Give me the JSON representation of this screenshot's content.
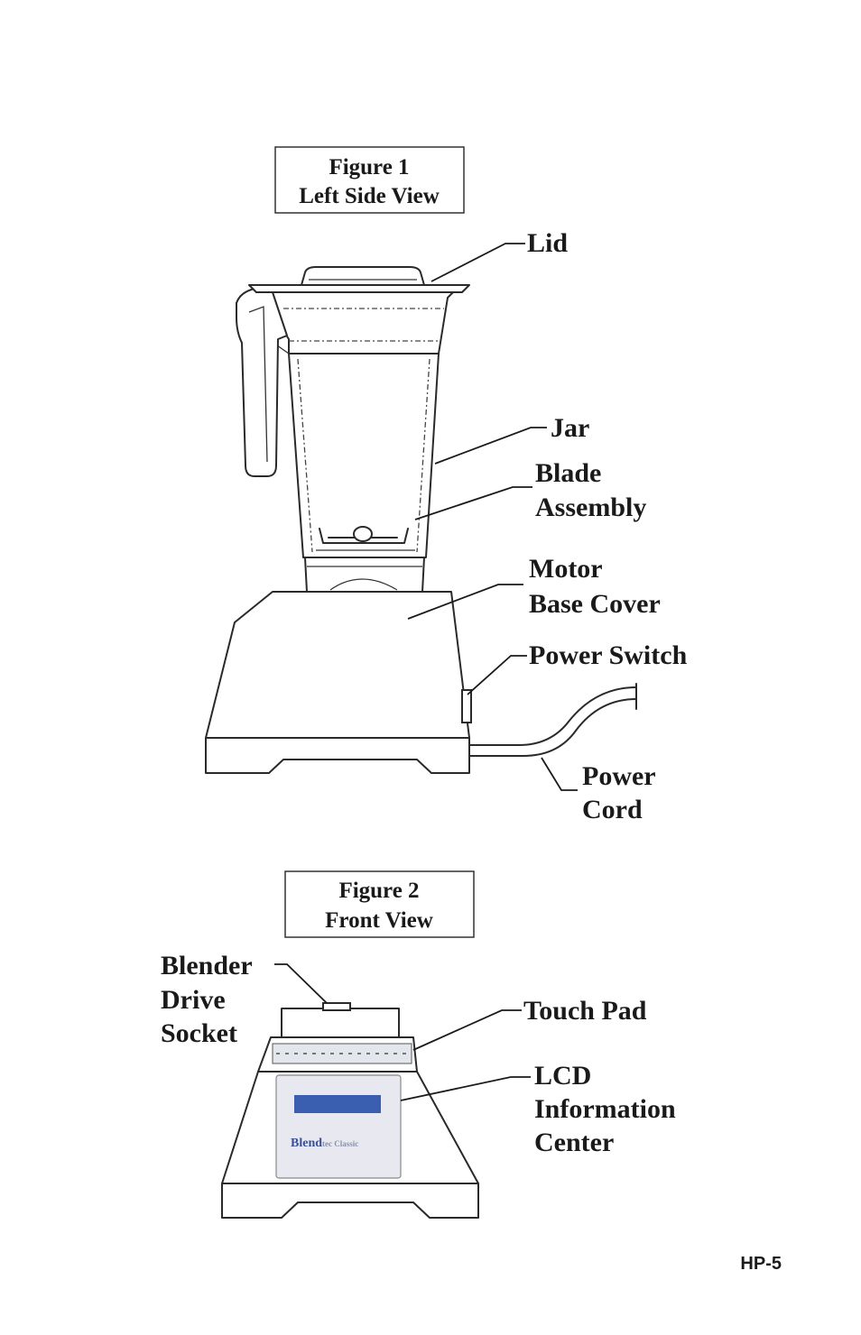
{
  "figure1": {
    "title_line1": "Figure 1",
    "title_line2": "Left Side View",
    "labels": {
      "lid": "Lid",
      "jar": "Jar",
      "blade_line1": "Blade",
      "blade_line2": "Assembly",
      "motor_line1": "Motor",
      "motor_line2": "Base Cover",
      "power_switch": "Power Switch",
      "cord_line1": "Power",
      "cord_line2": "Cord"
    }
  },
  "figure2": {
    "title_line1": "Figure 2",
    "title_line2": "Front View",
    "labels": {
      "socket_line1": "Blender",
      "socket_line2": "Drive",
      "socket_line3": "Socket",
      "touch_pad": "Touch Pad",
      "lcd_line1": "LCD",
      "lcd_line2": "Information",
      "lcd_line3": "Center"
    },
    "panel_logo": "Blend",
    "panel_logo_suffix": "tec Classic"
  },
  "page_number": "HP-5",
  "colors": {
    "lcd_screen": "#3a5fb0",
    "panel": "#e8e9f0",
    "logo": "#3a4f9a"
  }
}
